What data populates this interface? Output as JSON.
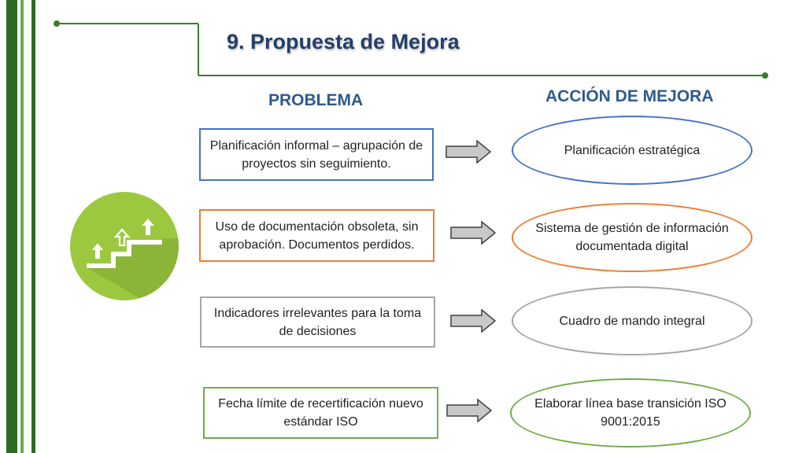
{
  "title": "9. Propuesta de Mejora",
  "headers": {
    "problem": "PROBLEMA",
    "action": "ACCIÓN DE MEJORA"
  },
  "rows": [
    {
      "problem": "Planificación informal – agrupación de proyectos sin seguimiento.",
      "action": "Planificación estratégica",
      "color": "#4472c4"
    },
    {
      "problem": "Uso de documentación obsoleta, sin aprobación. Documentos perdidos.",
      "action": "Sistema de gestión de información documentada digital",
      "color": "#ed7d31"
    },
    {
      "problem": "Indicadores irrelevantes para la toma de decisiones",
      "action": "Cuadro de mando integral",
      "color": "#a5a5a5"
    },
    {
      "problem": "Fecha límite de recertificación nuevo estándar ISO",
      "action": "Elaborar línea base transición ISO 9001:2015",
      "color": "#70ad47"
    }
  ],
  "icon": {
    "name": "stairs-up-icon",
    "circle_color": "#9bc83f"
  },
  "colors": {
    "bar_dark": "#2e6b22",
    "bar_light": "#6aa84f",
    "line": "#3a7d2c",
    "title": "#243f6a",
    "header": "#2f5a8c"
  }
}
